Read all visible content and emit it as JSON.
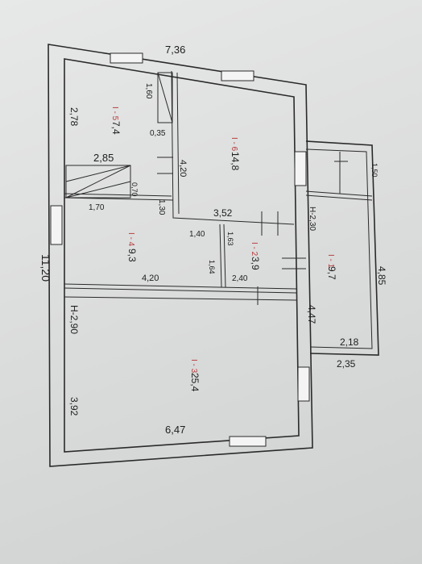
{
  "plan": {
    "overall": {
      "width": "7,36",
      "height": "11,20"
    },
    "rooms": [
      {
        "id": "room-6",
        "num": "I - 6",
        "area": "14,8"
      },
      {
        "id": "room-5",
        "num": "I - 5",
        "area": "7,4"
      },
      {
        "id": "room-4",
        "num": "I - 4",
        "area": "9,3"
      },
      {
        "id": "room-2",
        "num": "I - 2",
        "area": "3,9"
      },
      {
        "id": "room-1",
        "num": "I - 1",
        "area": "9,7"
      },
      {
        "id": "room-3",
        "num": "I - 3",
        "area": "25,4"
      }
    ],
    "dims": {
      "d278": "2,78",
      "d160": "1,60",
      "d035": "0,35",
      "d285": "2,85",
      "d070": "0,70",
      "d170": "1,70",
      "d420a": "4,20",
      "d130": "1,30",
      "d352": "3,52",
      "d140": "1,40",
      "d163": "1,63",
      "d164": "1,64",
      "d240": "2,40",
      "d420b": "4,20",
      "dH230": "H-2,30",
      "d150": "1,50",
      "d485": "4,85",
      "d447": "4,47",
      "d218": "2,18",
      "d235": "2,35",
      "dH290": "H-2,90",
      "d392": "3,92",
      "d647": "6,47"
    }
  }
}
